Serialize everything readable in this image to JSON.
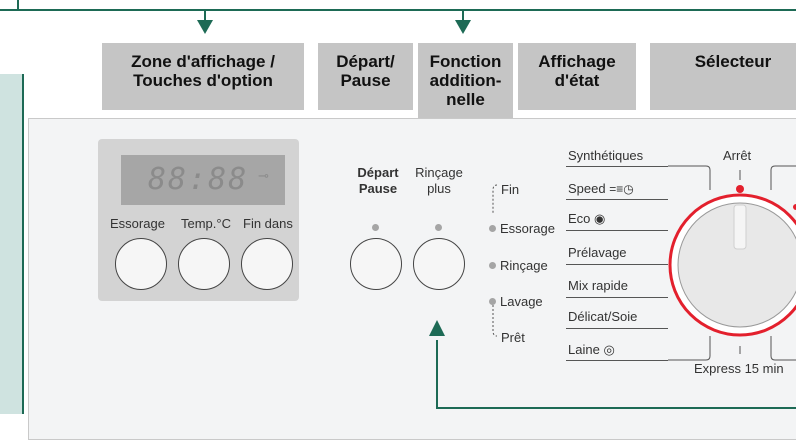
{
  "headers": {
    "display_zone": [
      "Zone d'affichage /",
      "Touches d'option"
    ],
    "start_pause": [
      "Départ/",
      "Pause"
    ],
    "additional_function": [
      "Fonction",
      "addition-",
      "nelle"
    ],
    "status_display": [
      "Affichage",
      "d'état"
    ],
    "selector": "Sélecteur"
  },
  "display": {
    "digits": "88:88",
    "key_symbol": "⊸"
  },
  "option_buttons": [
    "Essorage",
    "Temp.°C",
    "Fin dans"
  ],
  "start_button": {
    "line1": "Départ",
    "line2": "Pause"
  },
  "rinse_button": {
    "line1": "Rinçage",
    "line2": "plus"
  },
  "status": {
    "fin": "Fin",
    "essorage": "Essorage",
    "rincage": "Rinçage",
    "lavage": "Lavage",
    "pret": "Prêt"
  },
  "programs": [
    "Synthétiques",
    "Speed",
    "Eco",
    "Prélavage",
    "Mix rapide",
    "Délicat/Soie",
    "Laine"
  ],
  "dial": {
    "top_label": "Arrêt",
    "bottom_label": "Express 15 min"
  },
  "colors": {
    "arrow": "#1d6a55",
    "dial_ring": "#e3202d",
    "header_bg": "#c5c5c5"
  }
}
